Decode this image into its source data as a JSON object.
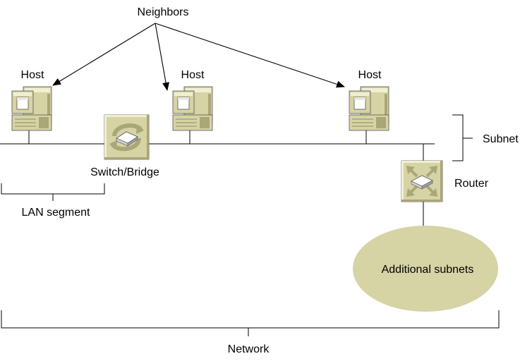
{
  "labels": {
    "neighbors": "Neighbors",
    "host_1": "Host",
    "host_2": "Host",
    "host_3": "Host",
    "switch_bridge": "Switch/Bridge",
    "lan_segment": "LAN segment",
    "subnet": "Subnet",
    "router": "Router",
    "additional_subnets": "Additional subnets",
    "network": "Network"
  },
  "colors": {
    "device_fill": "#d6d3a4",
    "device_dark": "#a9a678",
    "device_light": "#f0efd2",
    "cloud_fill": "#d6d3a4",
    "line": "#000000"
  },
  "icons": {
    "host": "computer-icon",
    "switch": "switch-icon",
    "router": "router-icon"
  }
}
